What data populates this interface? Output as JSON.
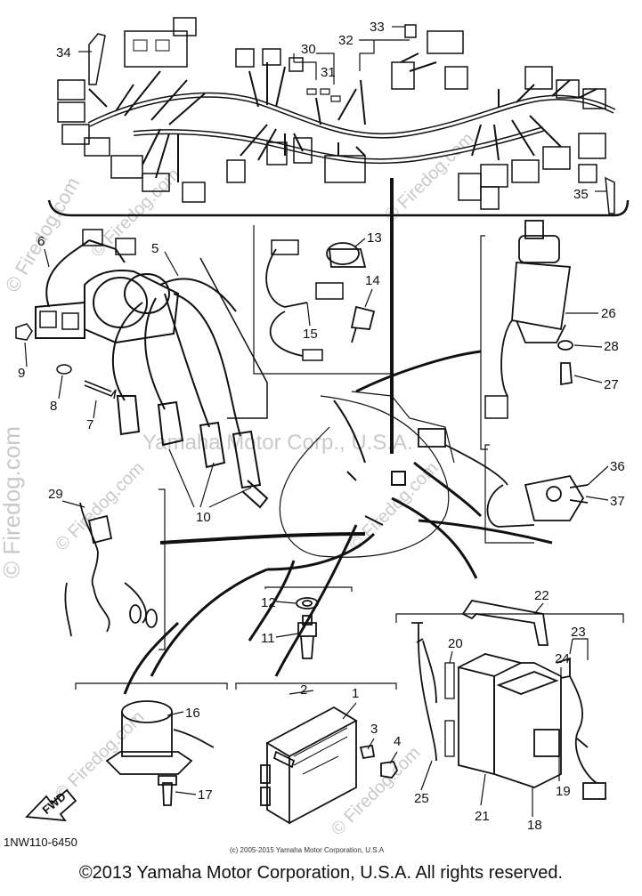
{
  "diagram_code": "1NW110-6450",
  "inner_copyright": "(c) 2005-2015 Yamaha Motor Corporation, U.S.A",
  "footer_copyright": "©2013 Yamaha Motor Corporation, U.S.A. All rights reserved.",
  "watermark_site": "© Firedog.com",
  "watermark_brand": "Yamaha Motor Corp., U.S.A.",
  "fwd_label": "FWD",
  "callouts": [
    "1",
    "2",
    "3",
    "4",
    "5",
    "6",
    "7",
    "8",
    "9",
    "10",
    "11",
    "12",
    "13",
    "14",
    "15",
    "16",
    "17",
    "18",
    "19",
    "20",
    "21",
    "22",
    "23",
    "24",
    "25",
    "26",
    "27",
    "28",
    "29",
    "30",
    "31",
    "32",
    "33",
    "34",
    "35",
    "36",
    "37"
  ]
}
